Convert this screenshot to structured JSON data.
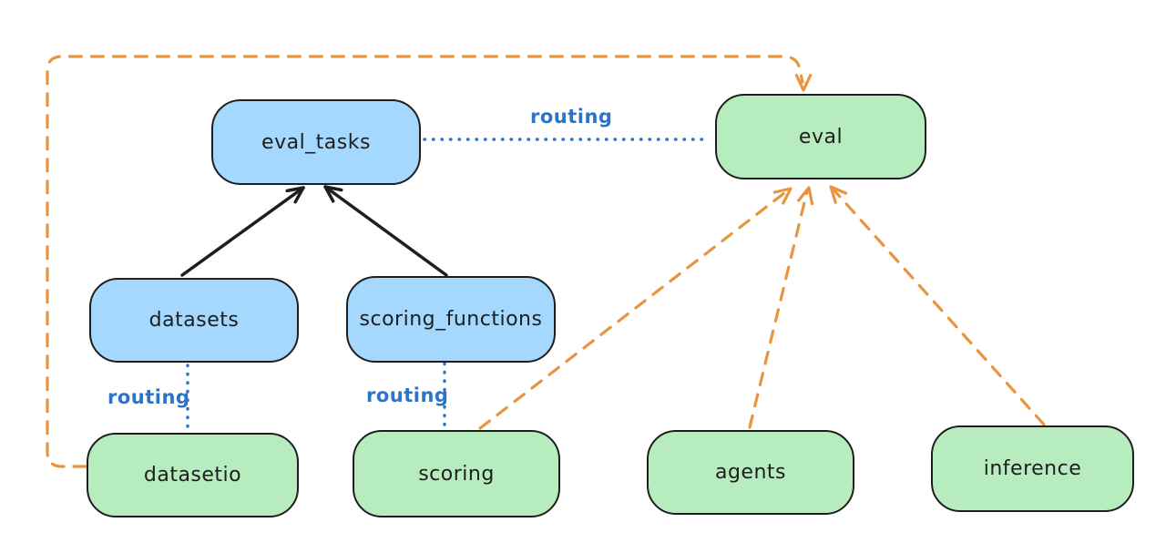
{
  "diagram": {
    "nodes": {
      "eval_tasks": {
        "label": "eval_tasks",
        "fill": "blue"
      },
      "eval": {
        "label": "eval",
        "fill": "green"
      },
      "datasets": {
        "label": "datasets",
        "fill": "blue"
      },
      "scoring_functions": {
        "label": "scoring_functions",
        "fill": "blue"
      },
      "datasetio": {
        "label": "datasetio",
        "fill": "green"
      },
      "scoring": {
        "label": "scoring",
        "fill": "green"
      },
      "agents": {
        "label": "agents",
        "fill": "green"
      },
      "inference": {
        "label": "inference",
        "fill": "green"
      }
    },
    "edges": [
      {
        "from": "datasets",
        "to": "eval_tasks",
        "style": "solid-black-arrow",
        "label": ""
      },
      {
        "from": "scoring_functions",
        "to": "eval_tasks",
        "style": "solid-black-arrow",
        "label": ""
      },
      {
        "from": "eval_tasks",
        "to": "eval",
        "style": "dotted-blue",
        "label": "routing"
      },
      {
        "from": "datasets",
        "to": "datasetio",
        "style": "dotted-blue",
        "label": "routing"
      },
      {
        "from": "scoring_functions",
        "to": "scoring",
        "style": "dotted-blue",
        "label": "routing"
      },
      {
        "from": "datasetio",
        "to": "eval",
        "style": "dashed-orange-arrow",
        "label": ""
      },
      {
        "from": "scoring",
        "to": "eval",
        "style": "dashed-orange-arrow",
        "label": ""
      },
      {
        "from": "agents",
        "to": "eval",
        "style": "dashed-orange-arrow",
        "label": ""
      },
      {
        "from": "inference",
        "to": "eval",
        "style": "dashed-orange-arrow",
        "label": ""
      }
    ],
    "colors": {
      "node_fill_blue": "#a5d8ff",
      "node_fill_green": "#b7ecbf",
      "node_stroke": "#1e1e1e",
      "routing_blue": "#2f74c4",
      "arrow_black": "#1e1e1e",
      "arrow_orange": "#e8953f"
    }
  }
}
